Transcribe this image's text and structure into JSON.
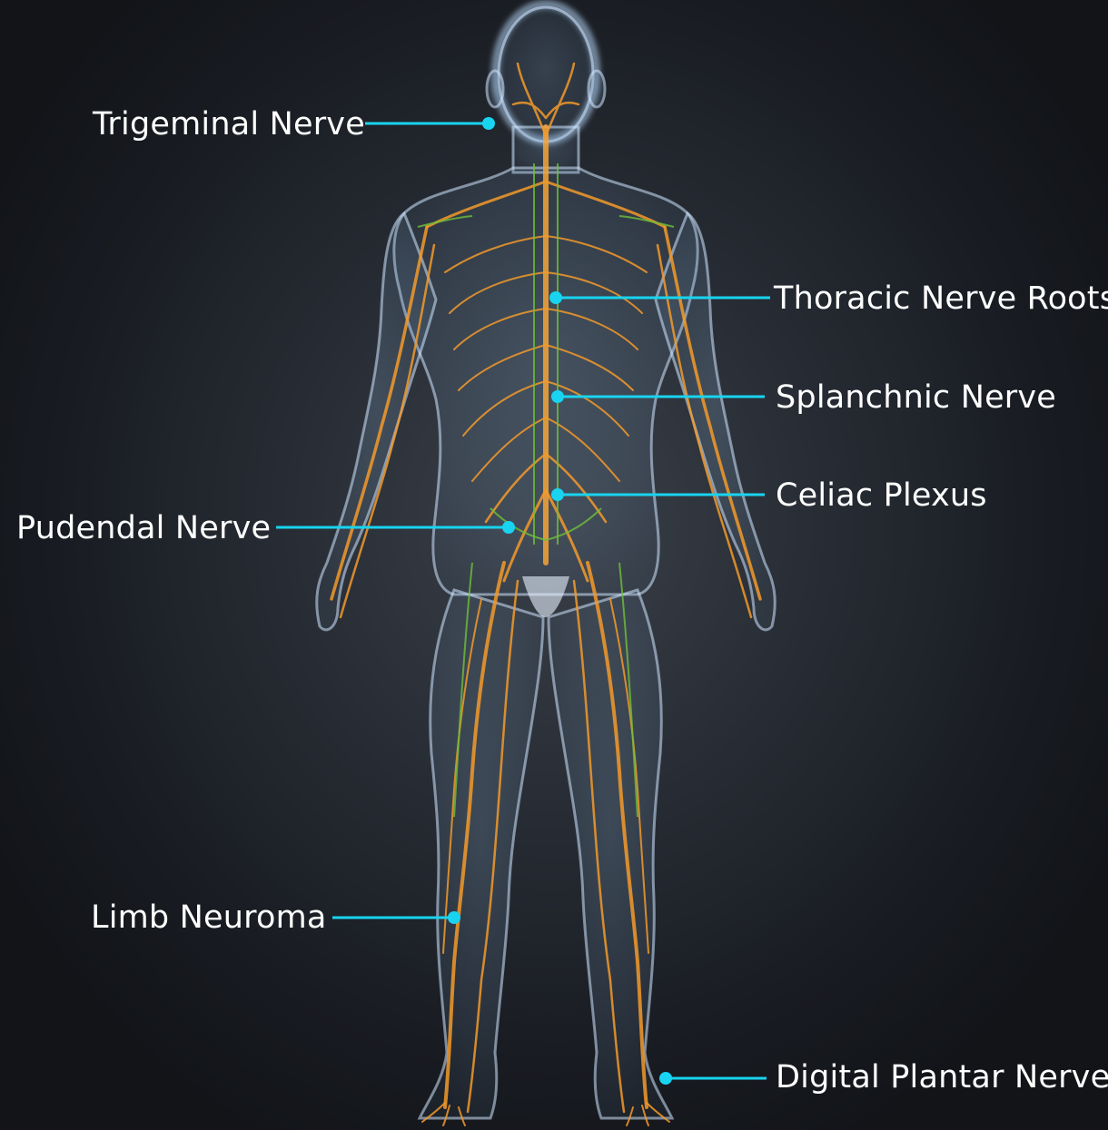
{
  "labels": {
    "trigeminal": "Trigeminal Nerve",
    "thoracic": "Thoracic Nerve Roots",
    "splanchnic": "Splanchnic Nerve",
    "celiac": "Celiac Plexus",
    "pudendal": "Pudendal Nerve",
    "limb": "Limb Neuroma",
    "plantar": "Digital Plantar Nerve"
  },
  "colors": {
    "background": "#16191f",
    "label_text": "#ffffff",
    "leader_line": "#18d4f0",
    "nerve_main": "#f39a2a",
    "nerve_sympathetic": "#6fbf3a",
    "body_outline": "#bcdcff"
  }
}
